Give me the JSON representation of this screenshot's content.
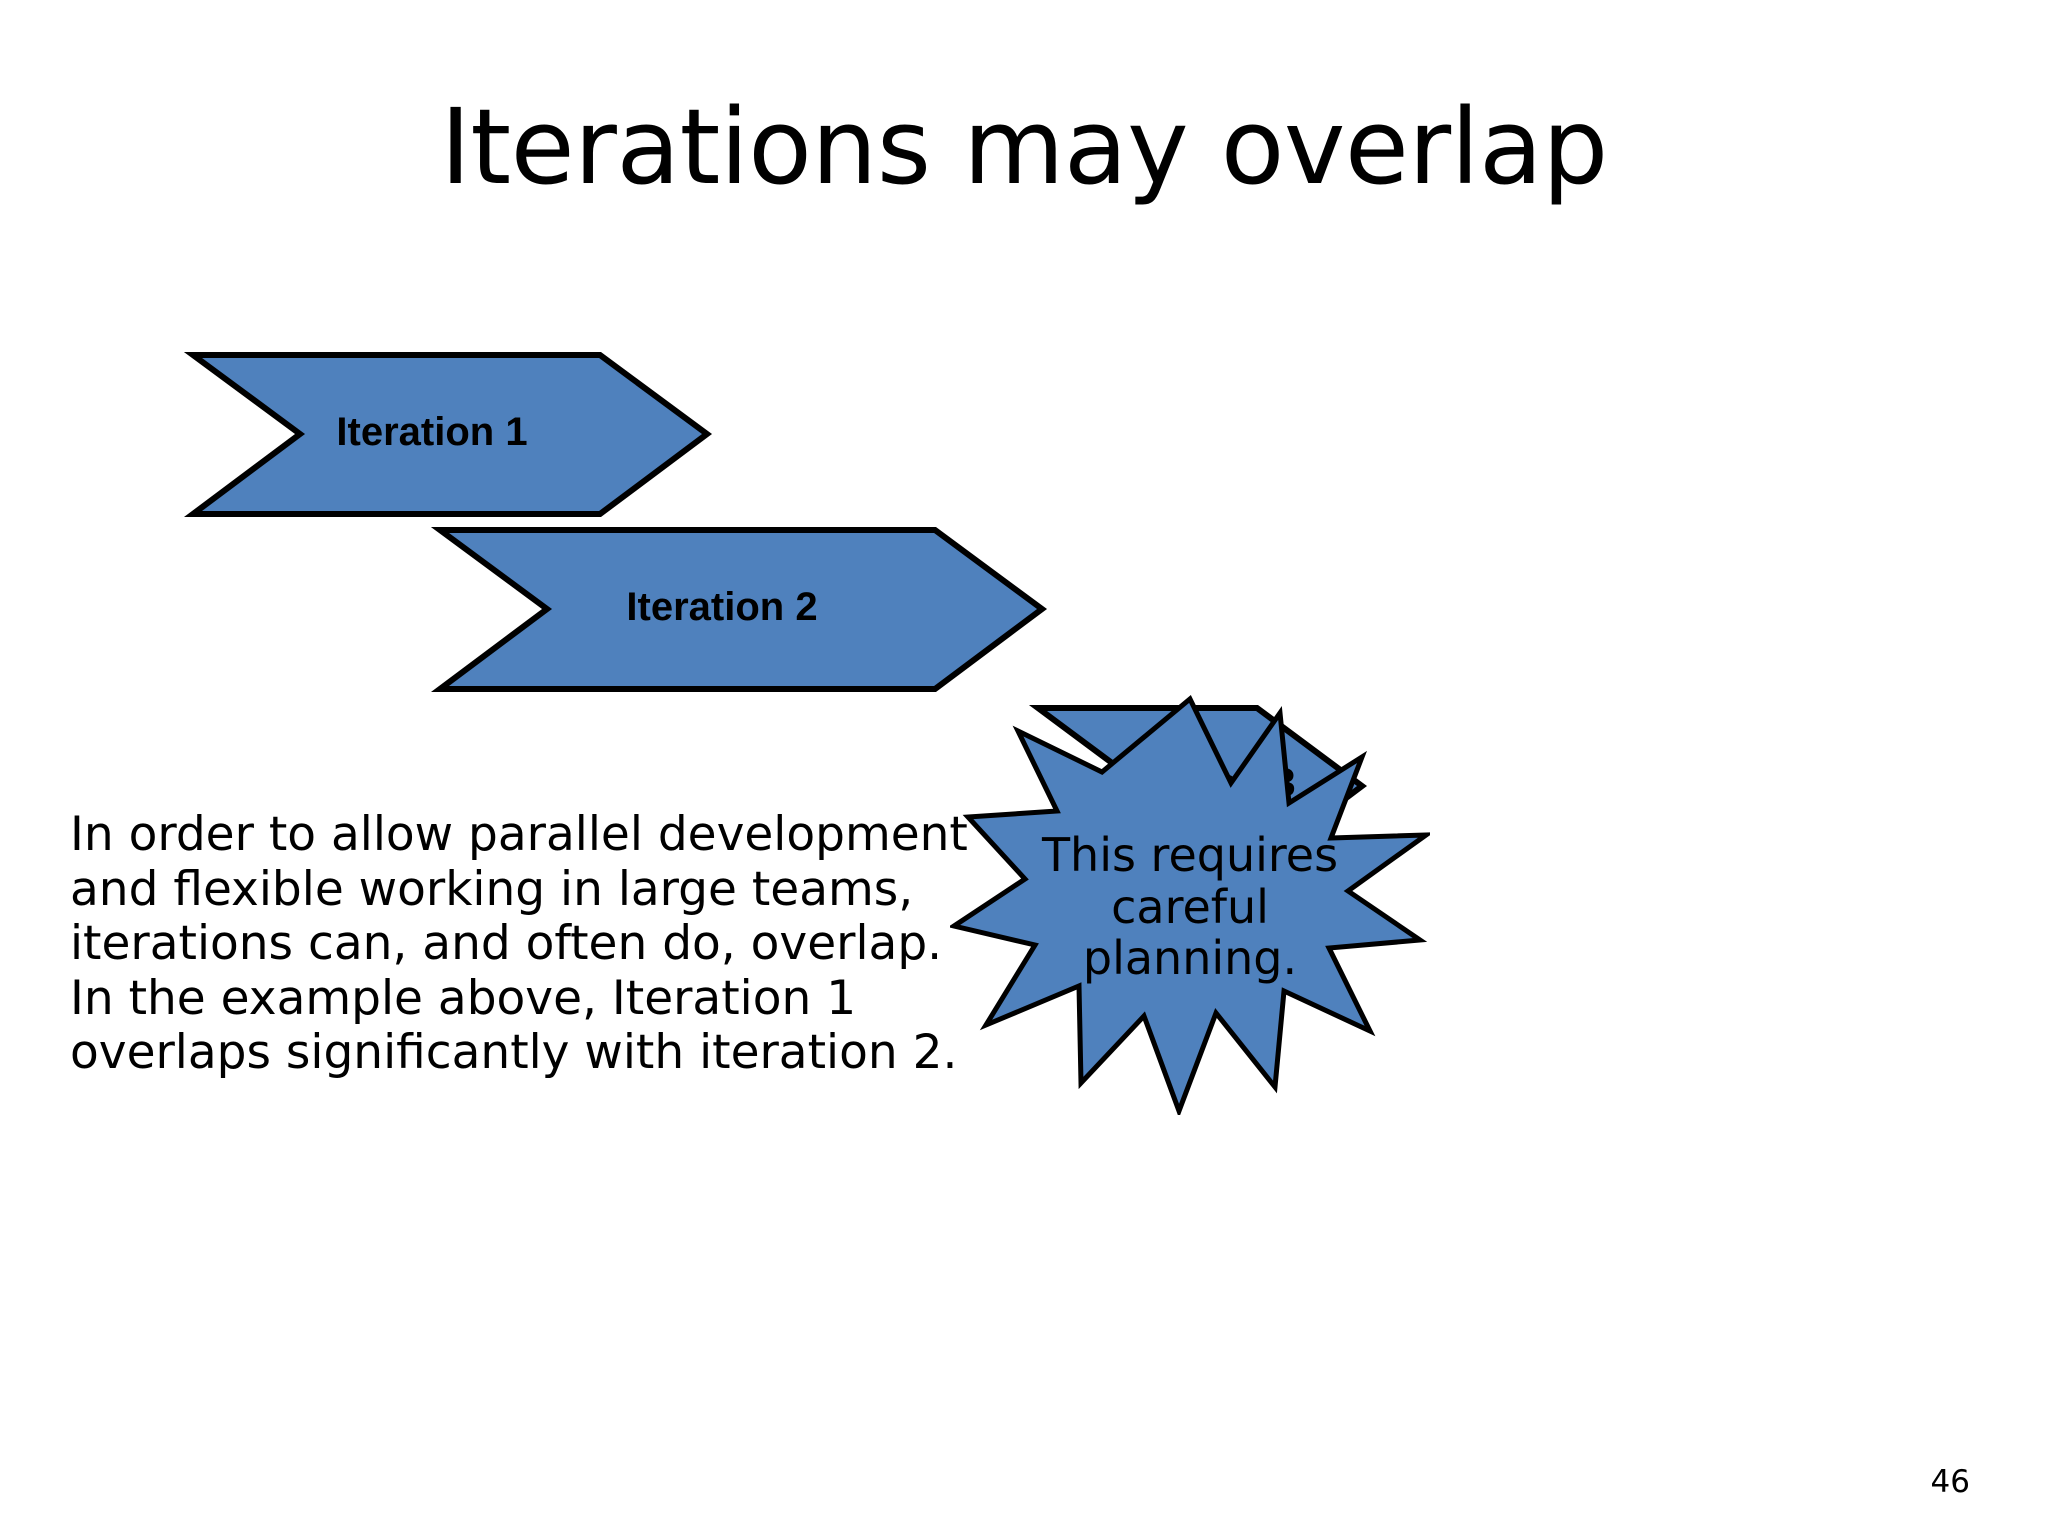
{
  "slide": {
    "title": "Iterations may overlap",
    "page_number": "46",
    "background_color": "#ffffff"
  },
  "theme": {
    "shape_fill": "#4F81BD",
    "shape_stroke": "#000000",
    "text_color": "#000000"
  },
  "arrows": [
    {
      "id": "iteration-1",
      "label": "Iteration 1"
    },
    {
      "id": "iteration-2",
      "label": "Iteration 2"
    },
    {
      "id": "iteration-3",
      "label": "Iteration 3"
    }
  ],
  "body": {
    "paragraph_1": "In order to allow parallel development and flexible working in large teams, iterations can, and often do, overlap.",
    "paragraph_2": "In the example above, Iteration 1 overlaps significantly with iteration 2."
  },
  "callout": {
    "shape": "explosion-star",
    "line_1": "This requires",
    "line_2": "careful",
    "line_3": "planning."
  }
}
